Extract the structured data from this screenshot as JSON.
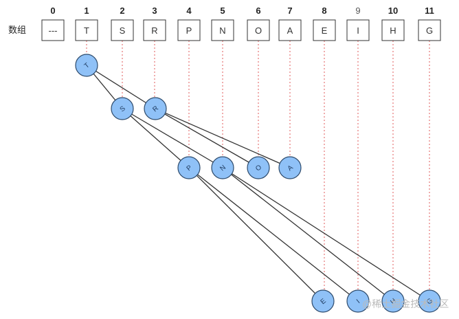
{
  "array": {
    "label": "数组",
    "cells": [
      {
        "index": "0",
        "value": "---"
      },
      {
        "index": "1",
        "value": "T"
      },
      {
        "index": "2",
        "value": "S"
      },
      {
        "index": "3",
        "value": "R"
      },
      {
        "index": "4",
        "value": "P"
      },
      {
        "index": "5",
        "value": "N"
      },
      {
        "index": "6",
        "value": "O"
      },
      {
        "index": "7",
        "value": "A"
      },
      {
        "index": "8",
        "value": "E"
      },
      {
        "index": "9",
        "value": "I"
      },
      {
        "index": "10",
        "value": "H"
      },
      {
        "index": "11",
        "value": "G"
      }
    ]
  },
  "tree": {
    "nodes": [
      {
        "id": 1,
        "label": "T"
      },
      {
        "id": 2,
        "label": "S"
      },
      {
        "id": 3,
        "label": "R"
      },
      {
        "id": 4,
        "label": "P"
      },
      {
        "id": 5,
        "label": "N"
      },
      {
        "id": 6,
        "label": "O"
      },
      {
        "id": 7,
        "label": "A"
      },
      {
        "id": 8,
        "label": "E"
      },
      {
        "id": 9,
        "label": "I"
      },
      {
        "id": 10,
        "label": "H"
      },
      {
        "id": 11,
        "label": "G"
      }
    ],
    "edges": [
      [
        1,
        2
      ],
      [
        1,
        3
      ],
      [
        2,
        4
      ],
      [
        2,
        5
      ],
      [
        3,
        6
      ],
      [
        3,
        7
      ],
      [
        4,
        8
      ],
      [
        4,
        9
      ],
      [
        5,
        10
      ],
      [
        5,
        11
      ]
    ]
  },
  "watermark": "@稀土掘金技术社区",
  "colors": {
    "node_fill": "#8fc1f7",
    "node_stroke": "#2d4a6b",
    "edge": "#333333",
    "guide": "#e05a5a",
    "cell_stroke": "#333333"
  }
}
